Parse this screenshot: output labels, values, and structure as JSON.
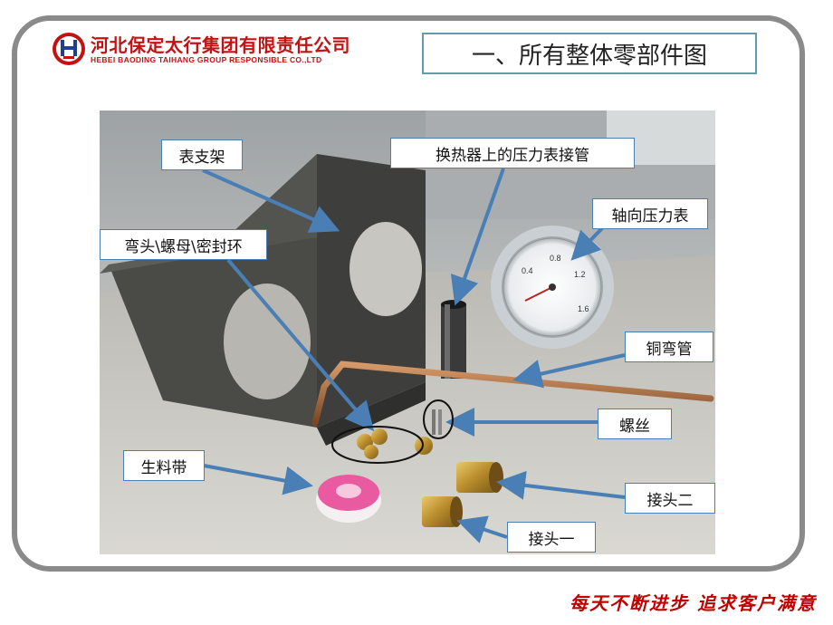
{
  "header": {
    "company_cn": "河北保定太行集团有限责任公司",
    "company_en": "HEBEI BAODING TAIHANG GROUP RESPONSIBLE CO.,LTD",
    "slide_title": "一、所有整体零部件图"
  },
  "callouts": {
    "gauge_bracket": "表支架",
    "pressure_gauge_pipe": "换热器上的压力表接管",
    "axial_pressure_gauge": "轴向压力表",
    "elbow_nut_seal": "弯头\\螺母\\密封环",
    "copper_elbow_pipe": "铜弯管",
    "screw": "螺丝",
    "ptfe_tape": "生料带",
    "connector_two": "接头二",
    "connector_one": "接头一"
  },
  "footer": {
    "slogan": "每天不断进步  追求客户满意"
  },
  "colors": {
    "brand_red": "#c41212",
    "frame_gray": "#8a8a8a",
    "title_border": "#5f9ea6",
    "callout_border": "#4a7fb5",
    "arrow_blue": "#4a7fb5"
  }
}
